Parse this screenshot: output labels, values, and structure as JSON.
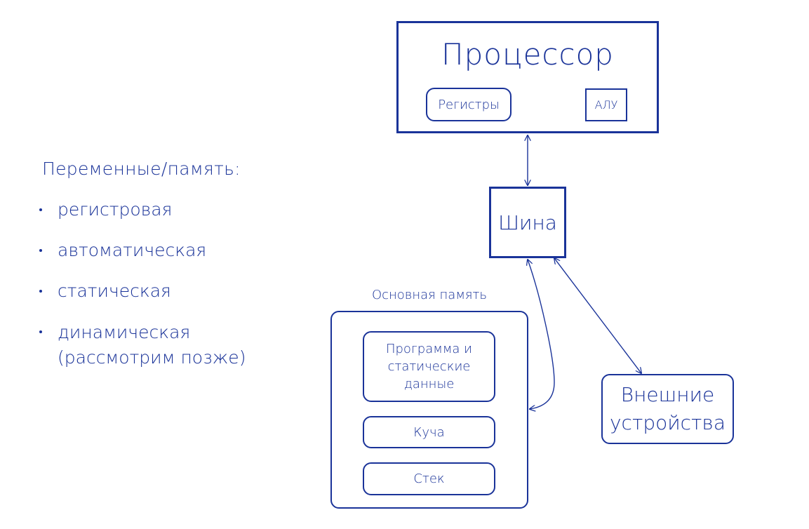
{
  "left_text": {
    "heading": "Переменные/память:",
    "bullets": [
      "регистровая",
      "автоматическая",
      "статическая",
      "динамическая"
    ],
    "bullet_note": "(рассмотрим позже)"
  },
  "diagram": {
    "processor": {
      "title": "Процессор",
      "registers": "Регистры",
      "alu": "АЛУ"
    },
    "bus": "Шина",
    "memory": {
      "caption": "Основная память",
      "program_lines": [
        "Программа и",
        "статические",
        "данные"
      ],
      "heap": "Куча",
      "stack": "Стек"
    },
    "external_lines": [
      "Внешние",
      "устройства"
    ]
  },
  "colors": {
    "ink": "#1a3399",
    "background": "#ffffff"
  }
}
